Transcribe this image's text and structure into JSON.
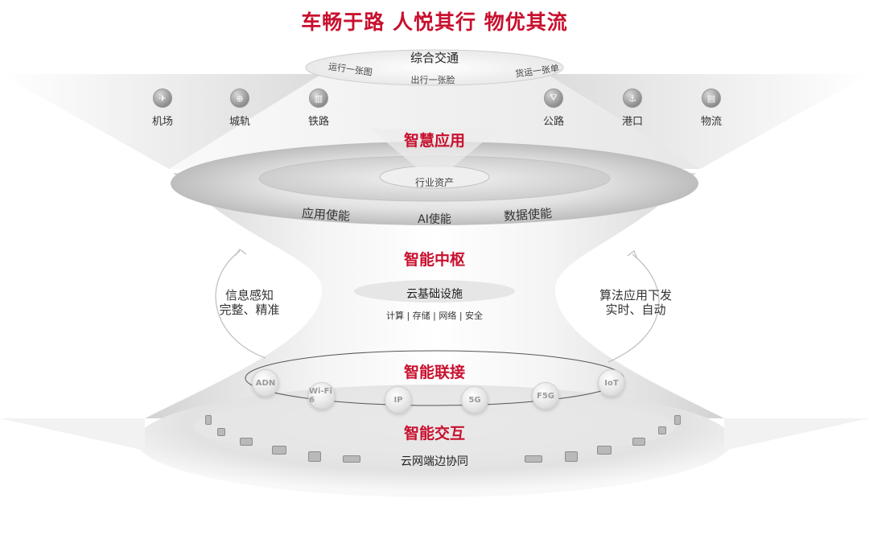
{
  "title": "车畅于路 人悦其行 物优其流",
  "top": {
    "center_label": "综合交通",
    "sub_left": "运行一张图",
    "sub_middle": "出行一张脸",
    "sub_right": "货运一张单",
    "modes": [
      {
        "label": "机场",
        "icon": "airport-icon"
      },
      {
        "label": "城轨",
        "icon": "metro-icon"
      },
      {
        "label": "铁路",
        "icon": "railway-icon"
      },
      {
        "label": "公路",
        "icon": "highway-icon"
      },
      {
        "label": "港口",
        "icon": "port-icon"
      },
      {
        "label": "物流",
        "icon": "logistics-icon"
      }
    ]
  },
  "layers": {
    "app": {
      "title": "智慧应用",
      "industry_assets": "行业资产",
      "enable_app": "应用使能",
      "enable_ai": "AI使能",
      "enable_data": "数据使能"
    },
    "hub": {
      "title": "智能中枢",
      "infra": "云基础设施",
      "infra_items": "计算 | 存储 | 网络 | 安全"
    },
    "connect": {
      "title": "智能联接",
      "orbs": [
        "ADN",
        "Wi-Fi 6",
        "IP",
        "5G",
        "F5G",
        "IoT"
      ]
    },
    "interact": {
      "title": "智能交互",
      "cloud_edge": "云网端边协同"
    }
  },
  "sides": {
    "left_line1": "信息感知",
    "left_line2": "完整、精准",
    "right_line1": "算法应用下发",
    "right_line2": "实时、自动"
  },
  "colors": {
    "accent": "#c8102e",
    "text": "#333333"
  }
}
